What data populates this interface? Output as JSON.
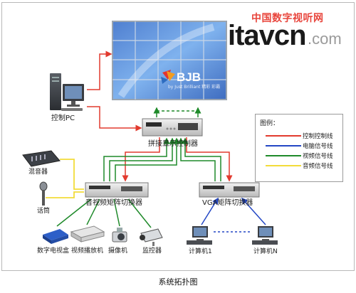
{
  "watermark": {
    "site_cn": "中国数字视听网",
    "site_main": "itavcn",
    "site_suffix": ".com"
  },
  "brand": {
    "logo": "BJB",
    "tagline": "by Just Brilliant 精彩 彩霸"
  },
  "nodes": {
    "control_pc": "控制PC",
    "splice_controller": "拼接显示控制器",
    "mixer": "混音器",
    "microphone": "话筒",
    "av_matrix": "音视频矩阵切换器",
    "vga_matrix": "VGA矩阵切换器",
    "tv_box": "数字电视盒",
    "video_player": "视频播放机",
    "camcorder": "摄像机",
    "monitor_cam": "监控器",
    "computer_1": "计算机1",
    "computer_n": "计算机N"
  },
  "legend": {
    "title": "图例：",
    "items": [
      {
        "label": "控制控制线",
        "color": "#e23a2e"
      },
      {
        "label": "电脑信号线",
        "color": "#2347c5"
      },
      {
        "label": "视频信号线",
        "color": "#1f8a2a"
      },
      {
        "label": "音频信号线",
        "color": "#f2dc3a"
      }
    ]
  },
  "caption": "系统拓扑图"
}
